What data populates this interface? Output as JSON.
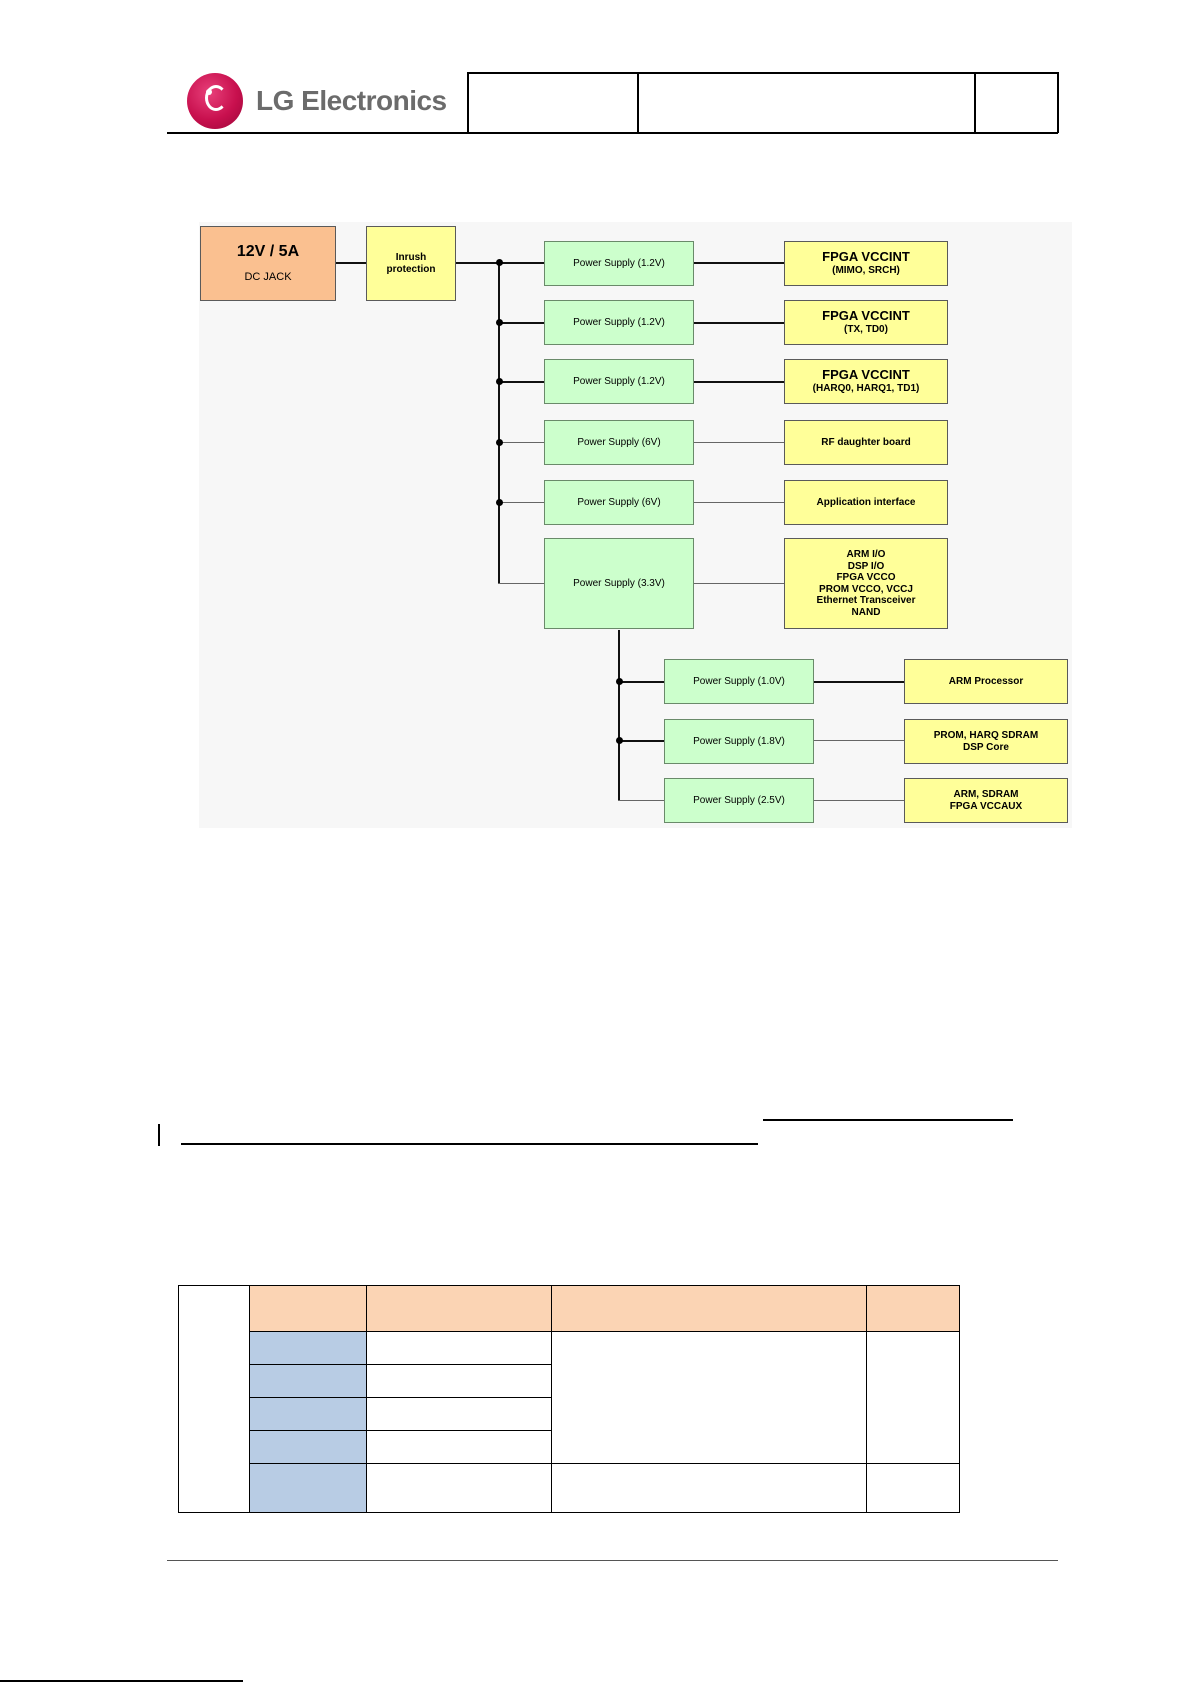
{
  "header": {
    "logo_text": "LG Electronics",
    "cells": [
      "",
      "",
      ""
    ]
  },
  "diagram": {
    "source": {
      "title": "12V / 5A",
      "subtitle": "DC JACK"
    },
    "inrush": {
      "label": "Inrush protection"
    },
    "supplies": [
      {
        "label": "Power Supply (1.2V)",
        "load_title": "FPGA VCCINT",
        "load_sub": "(MIMO, SRCH)"
      },
      {
        "label": "Power Supply (1.2V)",
        "load_title": "FPGA VCCINT",
        "load_sub": "(TX, TD0)"
      },
      {
        "label": "Power Supply (1.2V)",
        "load_title": "FPGA VCCINT",
        "load_sub": "(HARQ0, HARQ1, TD1)"
      },
      {
        "label": "Power Supply (6V)",
        "load_title": "RF daughter board",
        "load_sub": ""
      },
      {
        "label": "Power Supply (6V)",
        "load_title": "Application interface",
        "load_sub": ""
      },
      {
        "label": "Power Supply (3.3V)",
        "load_lines": [
          "ARM I/O",
          "DSP I/O",
          "FPGA VCCO",
          "PROM VCCO, VCCJ",
          "Ethernet Transceiver",
          "NAND"
        ]
      }
    ],
    "sub_supplies": [
      {
        "label": "Power Supply (1.0V)",
        "load_lines": [
          "ARM Processor"
        ]
      },
      {
        "label": "Power Supply (1.8V)",
        "load_lines": [
          "PROM, HARQ SDRAM",
          "DSP Core"
        ]
      },
      {
        "label": "Power Supply (2.5V)",
        "load_lines": [
          "ARM, SDRAM",
          "FPGA VCCAUX"
        ]
      }
    ]
  },
  "colors": {
    "source": "#fac090",
    "load": "#ffff99",
    "supply": "#ccffcc",
    "table_header": "#fbd4b4",
    "table_label": "#b8cce4"
  }
}
